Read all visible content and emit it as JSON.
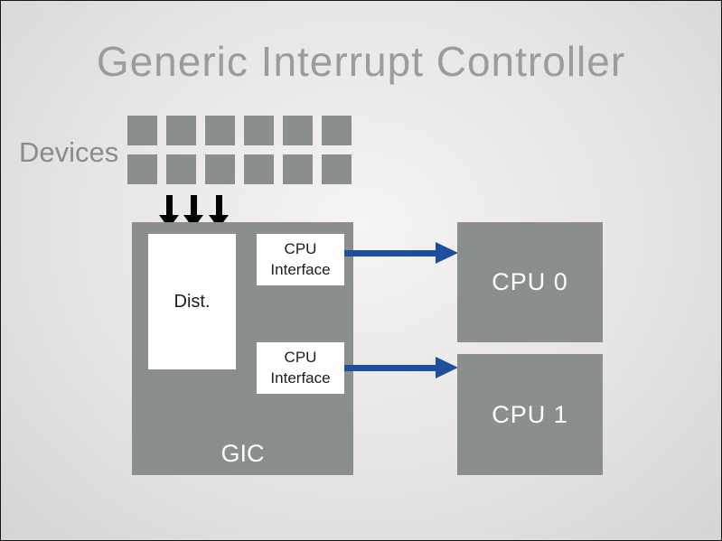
{
  "slide": {
    "title": "Generic Interrupt Controller",
    "devices_label": "Devices",
    "gic": {
      "label": "GIC",
      "dist_label": "Dist.",
      "cpu_interfaces": [
        {
          "line1": "CPU",
          "line2": "Interface"
        },
        {
          "line1": "CPU",
          "line2": "Interface"
        }
      ]
    },
    "cpus": [
      {
        "label": "CPU 0"
      },
      {
        "label": "CPU 1"
      }
    ]
  },
  "device_grid": {
    "rows": 2,
    "cols": 6
  },
  "colors": {
    "box_gray": "#8b8f8c",
    "arrow_blue": "#1d4f9f",
    "title_gray": "#9c9c9c",
    "label_gray": "#8b8b8b"
  }
}
